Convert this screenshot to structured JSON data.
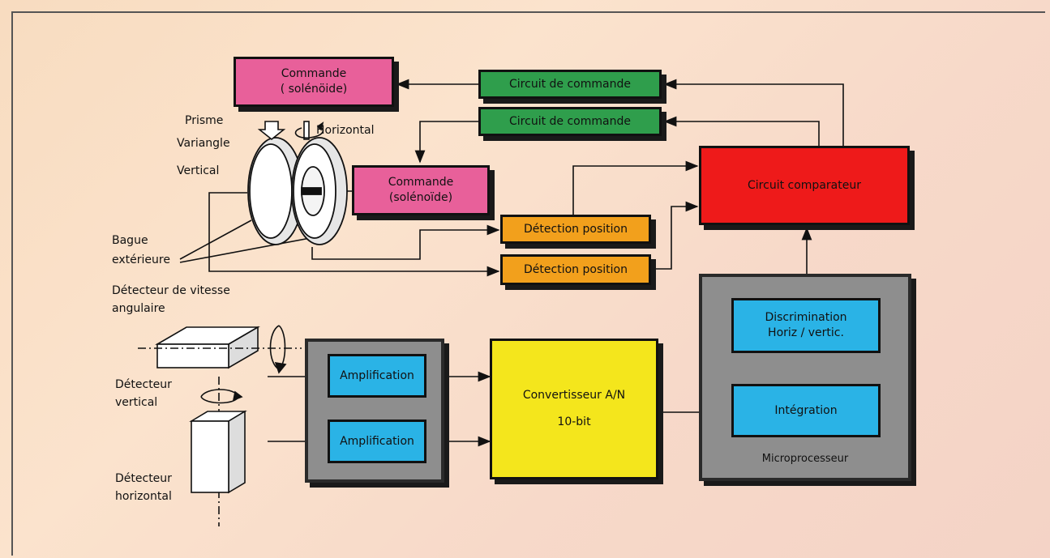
{
  "commande_1": {
    "line1": "Commande",
    "line2": "( solénöide)"
  },
  "commande_2": {
    "line1": "Commande",
    "line2": "(solénoïde)"
  },
  "circuit_commande_1": "Circuit de commande",
  "circuit_commande_2": "Circuit de commande",
  "circuit_comparateur": "Circuit comparateur",
  "detection_1": "Détection position",
  "detection_2": "Détection position",
  "discrimination": {
    "line1": "Discrimination",
    "line2": "Horiz / vertic."
  },
  "integration": "Intégration",
  "microprocesseur": "Microprocesseur",
  "convertisseur": {
    "line1": "Convertisseur A/N",
    "line2": "10-bit"
  },
  "amplification_1": "Amplification",
  "amplification_2": "Amplification",
  "labels": {
    "prisme": "Prisme",
    "variangle": "Variangle",
    "vertical": "Vertical",
    "horizontal": "Horizontal",
    "bague_1": "Bague",
    "bague_2": "extérieure",
    "vitesse_1": "Détecteur de vitesse",
    "vitesse_2": "angulaire",
    "det_vertical_1": "Détecteur",
    "det_vertical_2": "vertical",
    "det_horizontal_1": "Détecteur",
    "det_horizontal_2": "horizontal"
  },
  "colors": {
    "commande": "#e8609a",
    "circuit_commande": "#2f9e4c",
    "circuit_comparateur": "#ee1a1a",
    "detection": "#f2a01c",
    "processing": "#2ab3e6",
    "convertisseur": "#f4e61c",
    "module": "#8e8e8e"
  }
}
